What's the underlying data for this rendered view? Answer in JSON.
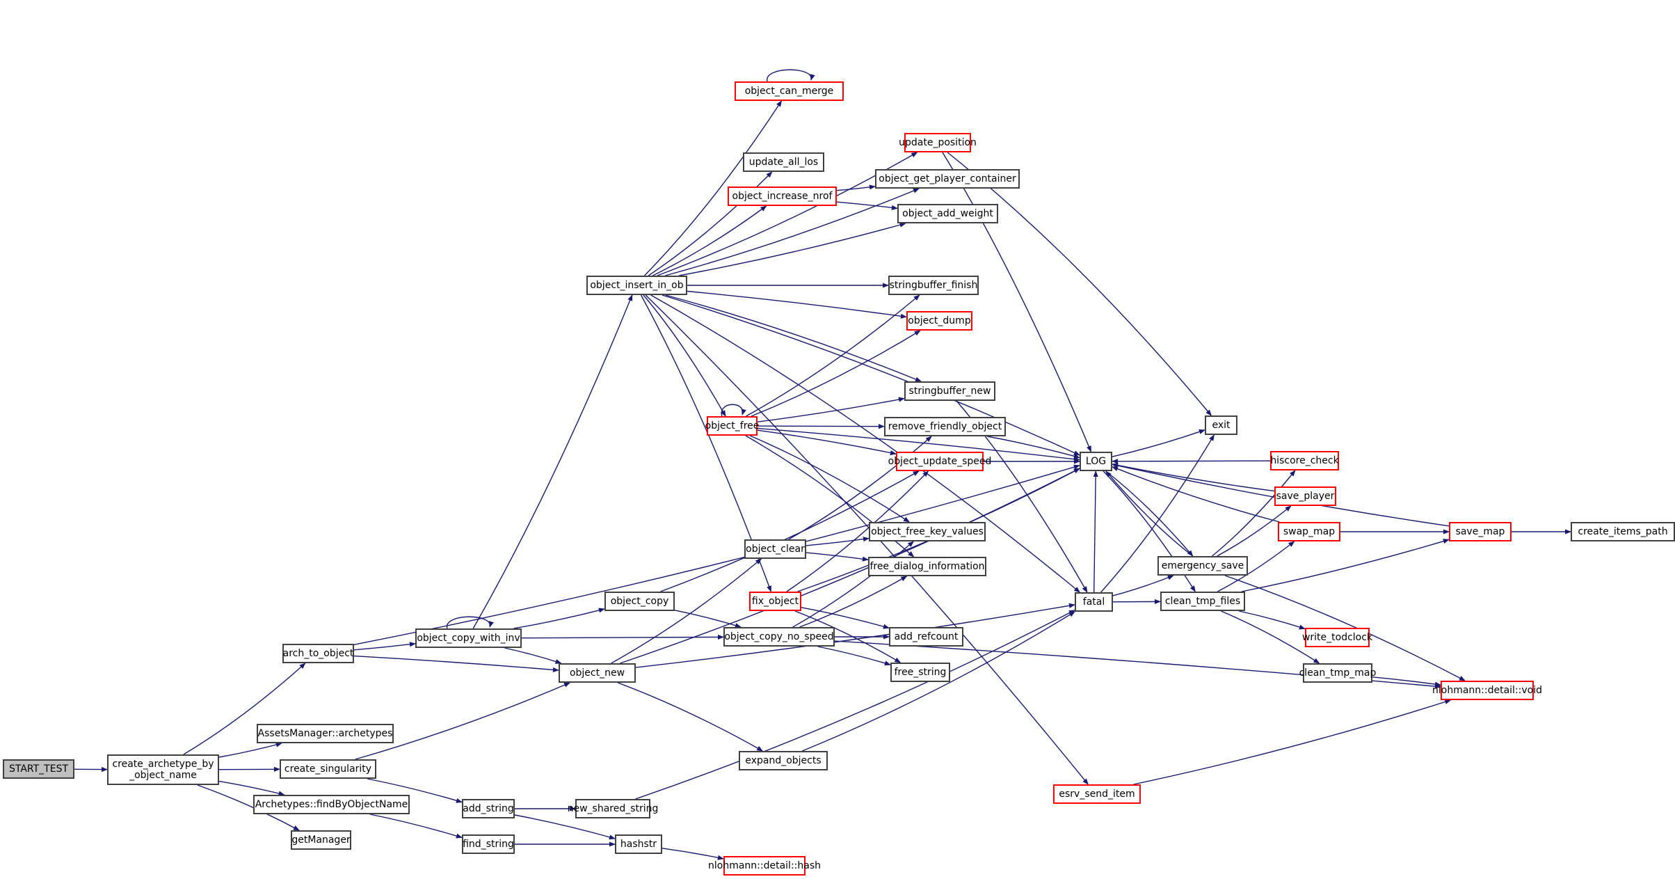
{
  "diagram": {
    "title": "Call graph: START_TEST",
    "colors": {
      "edge": "#191970",
      "linked_border": "#404040",
      "truncated_border": "#ff0000",
      "root_fill": "#bfbfbf"
    },
    "nodes": [
      {
        "id": "START_TEST",
        "label": "START_TEST",
        "style": "root"
      },
      {
        "id": "create_archetype_by_object_name",
        "label": "create_archetype_by\n_object_name",
        "style": "normal"
      },
      {
        "id": "arch_to_object",
        "label": "arch_to_object",
        "style": "normal"
      },
      {
        "id": "AssetsManager_archetypes",
        "label": "AssetsManager::archetypes",
        "style": "normal"
      },
      {
        "id": "create_singularity",
        "label": "create_singularity",
        "style": "normal"
      },
      {
        "id": "Archetypes_findByObjectName",
        "label": "Archetypes::findByObjectName",
        "style": "normal"
      },
      {
        "id": "getManager",
        "label": "getManager",
        "style": "normal"
      },
      {
        "id": "object_copy_with_inv",
        "label": "object_copy_with_inv",
        "style": "normal"
      },
      {
        "id": "object_new",
        "label": "object_new",
        "style": "normal"
      },
      {
        "id": "object_copy",
        "label": "object_copy",
        "style": "normal"
      },
      {
        "id": "object_insert_in_ob",
        "label": "object_insert_in_ob",
        "style": "normal"
      },
      {
        "id": "add_string",
        "label": "add_string",
        "style": "normal"
      },
      {
        "id": "find_string",
        "label": "find_string",
        "style": "normal"
      },
      {
        "id": "new_shared_string",
        "label": "new_shared_string",
        "style": "normal"
      },
      {
        "id": "hashstr",
        "label": "hashstr",
        "style": "normal"
      },
      {
        "id": "nlohmann_detail_hash",
        "label": "nlohmann::detail::hash",
        "style": "truncated"
      },
      {
        "id": "expand_objects",
        "label": "expand_objects",
        "style": "normal"
      },
      {
        "id": "object_clear",
        "label": "object_clear",
        "style": "normal"
      },
      {
        "id": "fix_object",
        "label": "fix_object",
        "style": "truncated"
      },
      {
        "id": "object_copy_no_speed",
        "label": "object_copy_no_speed",
        "style": "normal"
      },
      {
        "id": "object_free",
        "label": "object_free",
        "style": "truncated"
      },
      {
        "id": "object_can_merge",
        "label": "object_can_merge",
        "style": "truncated"
      },
      {
        "id": "update_position",
        "label": "update_position",
        "style": "truncated"
      },
      {
        "id": "update_all_los",
        "label": "update_all_los",
        "style": "normal"
      },
      {
        "id": "object_get_player_container",
        "label": "object_get_player_container",
        "style": "normal"
      },
      {
        "id": "object_increase_nrof",
        "label": "object_increase_nrof",
        "style": "truncated"
      },
      {
        "id": "object_add_weight",
        "label": "object_add_weight",
        "style": "normal"
      },
      {
        "id": "stringbuffer_finish",
        "label": "stringbuffer_finish",
        "style": "normal"
      },
      {
        "id": "object_dump",
        "label": "object_dump",
        "style": "truncated"
      },
      {
        "id": "stringbuffer_new",
        "label": "stringbuffer_new",
        "style": "normal"
      },
      {
        "id": "remove_friendly_object",
        "label": "remove_friendly_object",
        "style": "normal"
      },
      {
        "id": "object_update_speed",
        "label": "object_update_speed",
        "style": "truncated"
      },
      {
        "id": "object_free_key_values",
        "label": "object_free_key_values",
        "style": "normal"
      },
      {
        "id": "free_dialog_information",
        "label": "free_dialog_information",
        "style": "normal"
      },
      {
        "id": "add_refcount",
        "label": "add_refcount",
        "style": "normal"
      },
      {
        "id": "free_string",
        "label": "free_string",
        "style": "normal"
      },
      {
        "id": "LOG",
        "label": "LOG",
        "style": "normal"
      },
      {
        "id": "exit",
        "label": "exit",
        "style": "normal"
      },
      {
        "id": "fatal",
        "label": "fatal",
        "style": "normal"
      },
      {
        "id": "emergency_save",
        "label": "emergency_save",
        "style": "normal"
      },
      {
        "id": "clean_tmp_files",
        "label": "clean_tmp_files",
        "style": "normal"
      },
      {
        "id": "hiscore_check",
        "label": "hiscore_check",
        "style": "truncated"
      },
      {
        "id": "save_player",
        "label": "save_player",
        "style": "truncated"
      },
      {
        "id": "swap_map",
        "label": "swap_map",
        "style": "truncated"
      },
      {
        "id": "save_map",
        "label": "save_map",
        "style": "truncated"
      },
      {
        "id": "create_items_path",
        "label": "create_items_path",
        "style": "normal"
      },
      {
        "id": "write_todclock",
        "label": "write_todclock",
        "style": "truncated"
      },
      {
        "id": "clean_tmp_map",
        "label": "clean_tmp_map",
        "style": "normal"
      },
      {
        "id": "nlohmann_detail_void",
        "label": "nlohmann::detail::void",
        "style": "truncated"
      },
      {
        "id": "esrv_send_item",
        "label": "esrv_send_item",
        "style": "truncated"
      }
    ],
    "edges": [
      [
        "START_TEST",
        "create_archetype_by_object_name"
      ],
      [
        "create_archetype_by_object_name",
        "arch_to_object"
      ],
      [
        "create_archetype_by_object_name",
        "AssetsManager_archetypes"
      ],
      [
        "create_archetype_by_object_name",
        "create_singularity"
      ],
      [
        "create_archetype_by_object_name",
        "Archetypes_findByObjectName"
      ],
      [
        "create_archetype_by_object_name",
        "getManager"
      ],
      [
        "arch_to_object",
        "LOG"
      ],
      [
        "arch_to_object",
        "object_copy_with_inv"
      ],
      [
        "arch_to_object",
        "object_new"
      ],
      [
        "object_copy_with_inv",
        "object_copy_with_inv"
      ],
      [
        "object_copy_with_inv",
        "object_copy"
      ],
      [
        "object_copy_with_inv",
        "object_copy_no_speed"
      ],
      [
        "object_copy_with_inv",
        "object_new"
      ],
      [
        "object_copy_with_inv",
        "object_insert_in_ob"
      ],
      [
        "create_singularity",
        "object_new"
      ],
      [
        "create_singularity",
        "add_string"
      ],
      [
        "Archetypes_findByObjectName",
        "find_string"
      ],
      [
        "add_string",
        "new_shared_string"
      ],
      [
        "add_string",
        "hashstr"
      ],
      [
        "find_string",
        "hashstr"
      ],
      [
        "hashstr",
        "nlohmann_detail_hash"
      ],
      [
        "new_shared_string",
        "fatal"
      ],
      [
        "object_copy",
        "object_copy_no_speed"
      ],
      [
        "object_copy",
        "object_update_speed"
      ],
      [
        "object_new",
        "object_clear"
      ],
      [
        "object_new",
        "expand_objects"
      ],
      [
        "object_new",
        "LOG"
      ],
      [
        "object_new",
        "fatal"
      ],
      [
        "expand_objects",
        "fatal"
      ],
      [
        "object_clear",
        "object_free_key_values"
      ],
      [
        "object_clear",
        "free_dialog_information"
      ],
      [
        "object_clear",
        "remove_friendly_object"
      ],
      [
        "object_copy_no_speed",
        "add_refcount"
      ],
      [
        "object_copy_no_speed",
        "free_string"
      ],
      [
        "object_copy_no_speed",
        "object_free_key_values"
      ],
      [
        "object_copy_no_speed",
        "free_dialog_information"
      ],
      [
        "object_copy_no_speed",
        "nlohmann_detail_void"
      ],
      [
        "fix_object",
        "add_refcount"
      ],
      [
        "fix_object",
        "free_string"
      ],
      [
        "fix_object",
        "object_update_speed"
      ],
      [
        "fix_object",
        "LOG"
      ],
      [
        "object_insert_in_ob",
        "object_can_merge"
      ],
      [
        "object_insert_in_ob",
        "update_position"
      ],
      [
        "object_insert_in_ob",
        "update_all_los"
      ],
      [
        "object_insert_in_ob",
        "object_get_player_container"
      ],
      [
        "object_insert_in_ob",
        "object_increase_nrof"
      ],
      [
        "object_insert_in_ob",
        "object_add_weight"
      ],
      [
        "object_insert_in_ob",
        "stringbuffer_finish"
      ],
      [
        "object_insert_in_ob",
        "object_dump"
      ],
      [
        "object_insert_in_ob",
        "stringbuffer_new"
      ],
      [
        "object_insert_in_ob",
        "object_free"
      ],
      [
        "object_insert_in_ob",
        "fix_object"
      ],
      [
        "object_insert_in_ob",
        "LOG"
      ],
      [
        "object_insert_in_ob",
        "esrv_send_item"
      ],
      [
        "object_insert_in_ob",
        "fatal"
      ],
      [
        "object_can_merge",
        "object_can_merge"
      ],
      [
        "object_increase_nrof",
        "object_get_player_container"
      ],
      [
        "object_increase_nrof",
        "object_add_weight"
      ],
      [
        "update_position",
        "LOG"
      ],
      [
        "update_position",
        "exit"
      ],
      [
        "object_free",
        "object_free"
      ],
      [
        "object_free",
        "stringbuffer_finish"
      ],
      [
        "object_free",
        "object_dump"
      ],
      [
        "object_free",
        "stringbuffer_new"
      ],
      [
        "object_free",
        "remove_friendly_object"
      ],
      [
        "object_free",
        "object_update_speed"
      ],
      [
        "object_free",
        "object_free_key_values"
      ],
      [
        "object_free",
        "free_dialog_information"
      ],
      [
        "object_free",
        "LOG"
      ],
      [
        "stringbuffer_new",
        "fatal"
      ],
      [
        "remove_friendly_object",
        "LOG"
      ],
      [
        "object_update_speed",
        "LOG"
      ],
      [
        "LOG",
        "exit"
      ],
      [
        "LOG",
        "emergency_save"
      ],
      [
        "LOG",
        "clean_tmp_files"
      ],
      [
        "fatal",
        "exit"
      ],
      [
        "fatal",
        "LOG"
      ],
      [
        "fatal",
        "emergency_save"
      ],
      [
        "fatal",
        "clean_tmp_files"
      ],
      [
        "emergency_save",
        "LOG"
      ],
      [
        "emergency_save",
        "hiscore_check"
      ],
      [
        "emergency_save",
        "save_player"
      ],
      [
        "emergency_save",
        "nlohmann_detail_void"
      ],
      [
        "hiscore_check",
        "LOG"
      ],
      [
        "save_player",
        "LOG"
      ],
      [
        "swap_map",
        "LOG"
      ],
      [
        "swap_map",
        "save_map"
      ],
      [
        "save_map",
        "LOG"
      ],
      [
        "save_map",
        "create_items_path"
      ],
      [
        "clean_tmp_files",
        "swap_map"
      ],
      [
        "clean_tmp_files",
        "save_map"
      ],
      [
        "clean_tmp_files",
        "write_todclock"
      ],
      [
        "clean_tmp_files",
        "clean_tmp_map"
      ],
      [
        "clean_tmp_map",
        "nlohmann_detail_void"
      ],
      [
        "esrv_send_item",
        "nlohmann_detail_void"
      ]
    ]
  }
}
